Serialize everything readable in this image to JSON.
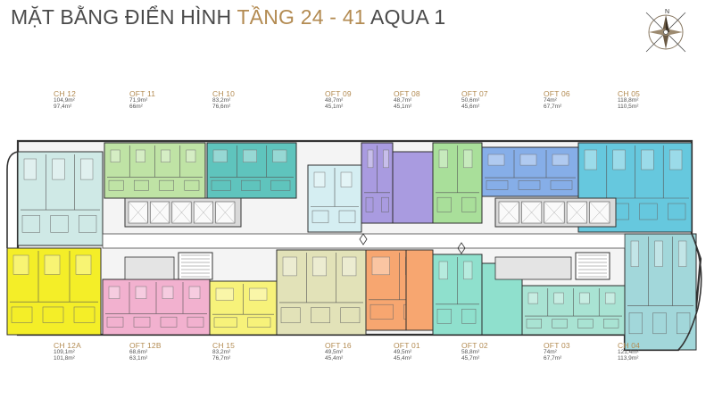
{
  "title": {
    "part1": "MẶT BẰNG ĐIỂN HÌNH ",
    "part2": "TẦNG 24 - 41",
    "part3": " AQUA 1"
  },
  "colors": {
    "title_dark": "#4a4a4a",
    "title_gold": "#b38b52",
    "label_gold": "#b38b52"
  },
  "units": [
    {
      "name": "CH 12",
      "area1": "104,9m²",
      "area2": "97,4m²",
      "color": "#cfe9e6"
    },
    {
      "name": "OFT 11",
      "area1": "71,9m²",
      "area2": "66m²",
      "color": "#bfe3a5"
    },
    {
      "name": "CH 10",
      "area1": "83,2m²",
      "area2": "76,6m²",
      "color": "#5fc4bd"
    },
    {
      "name": "OFT 09",
      "area1": "48,7m²",
      "area2": "45,1m²",
      "color": "#d5eef2"
    },
    {
      "name": "OFT 08",
      "area1": "48,7m²",
      "area2": "45,1m²",
      "color": "#a99be0"
    },
    {
      "name": "OFT 07",
      "area1": "50,6m²",
      "area2": "45,6m²",
      "color": "#a9df9a"
    },
    {
      "name": "OFT 06",
      "area1": "74m²",
      "area2": "67,7m²",
      "color": "#86aee8"
    },
    {
      "name": "CH 05",
      "area1": "118,8m²",
      "area2": "110,5m²",
      "color": "#66c8de"
    },
    {
      "name": "CH 12A",
      "area1": "109,1m²",
      "area2": "101,8m²",
      "color": "#f4ee28"
    },
    {
      "name": "OFT 12B",
      "area1": "68,6m²",
      "area2": "63,1m²",
      "color": "#f2b1cf"
    },
    {
      "name": "CH 15",
      "area1": "83,2m²",
      "area2": "76,7m²",
      "color": "#f7f27a"
    },
    {
      "name": "OFT 16",
      "area1": "49,5m²",
      "area2": "45,4m²",
      "color": "#e2e2b8"
    },
    {
      "name": "OFT 01",
      "area1": "49,5m²",
      "area2": "45,4m²",
      "color": "#f7a670"
    },
    {
      "name": "OFT 02",
      "area1": "58,8m²",
      "area2": "45,7m²",
      "color": "#8fe0cd"
    },
    {
      "name": "OFT 03",
      "area1": "74m²",
      "area2": "67,7m²",
      "color": "#a9e3d3"
    },
    {
      "name": "CH 04",
      "area1": "121,4m²",
      "area2": "113,9m²",
      "color": "#a2d7da"
    }
  ]
}
